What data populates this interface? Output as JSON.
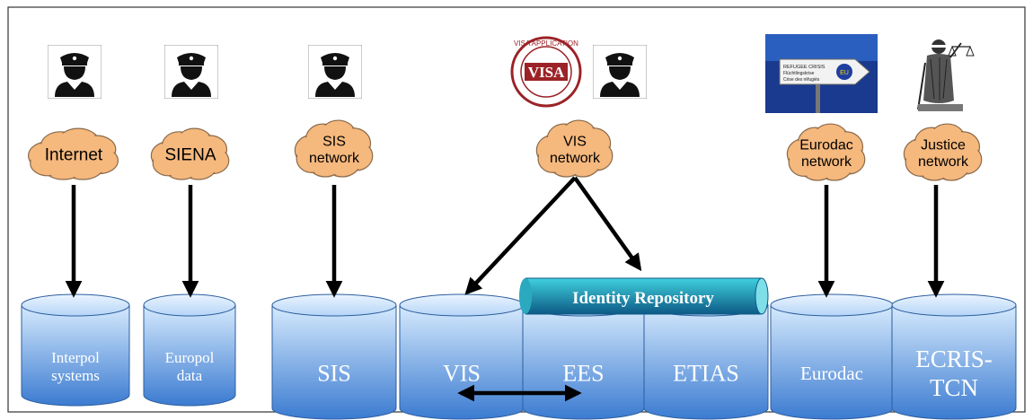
{
  "colors": {
    "cloud_fill": "#f5b87d",
    "cloud_stroke": "#8a6a4a",
    "db_top": "#c9e2fb",
    "db_bottom": "#3f7fd3",
    "repo_top": "#2bb6c9",
    "repo_bottom": "#0f5e8a",
    "arrow": "#000000"
  },
  "actors": [
    {
      "id": "officer-1",
      "icon": "police-officer-icon"
    },
    {
      "id": "officer-2",
      "icon": "police-officer-icon"
    },
    {
      "id": "officer-3",
      "icon": "police-officer-icon"
    },
    {
      "id": "visa-stamp",
      "icon": "visa-application-stamp-icon",
      "stamp_text": "VISA",
      "stamp_ring_text": "VISA APPLICATION"
    },
    {
      "id": "officer-4",
      "icon": "police-officer-icon"
    },
    {
      "id": "refugee-sign",
      "icon": "refugee-crisis-sign-icon",
      "sign_lines": [
        "REFUGEE CRISIS",
        "Flüchtlingskrise",
        "Crise des réfugiés"
      ],
      "badge": "EU"
    },
    {
      "id": "justice",
      "icon": "lady-justice-icon"
    }
  ],
  "networks": [
    {
      "id": "internet",
      "lines": [
        "Internet"
      ]
    },
    {
      "id": "siena",
      "lines": [
        "SIENA"
      ]
    },
    {
      "id": "sis-network",
      "lines": [
        "SIS",
        "network"
      ]
    },
    {
      "id": "vis-network",
      "lines": [
        "VIS",
        "network"
      ]
    },
    {
      "id": "eurodac-network",
      "lines": [
        "Eurodac",
        "network"
      ]
    },
    {
      "id": "justice-network",
      "lines": [
        "Justice",
        "network"
      ]
    }
  ],
  "databases": [
    {
      "id": "interpol",
      "lines": [
        "Interpol",
        "systems"
      ]
    },
    {
      "id": "europol",
      "lines": [
        "Europol",
        "data"
      ]
    },
    {
      "id": "sis",
      "lines": [
        "SIS"
      ]
    },
    {
      "id": "vis",
      "lines": [
        "VIS"
      ]
    },
    {
      "id": "ees",
      "lines": [
        "EES"
      ]
    },
    {
      "id": "etias",
      "lines": [
        "ETIAS"
      ]
    },
    {
      "id": "eurodac",
      "lines": [
        "Eurodac"
      ]
    },
    {
      "id": "ecris-tcn",
      "lines": [
        "ECRIS-",
        "TCN"
      ]
    }
  ],
  "identity_repository": {
    "label": "Identity Repository"
  },
  "edges": [
    {
      "from": "internet",
      "to": "interpol"
    },
    {
      "from": "siena",
      "to": "europol"
    },
    {
      "from": "sis-network",
      "to": "sis"
    },
    {
      "from": "vis-network",
      "to": "vis"
    },
    {
      "from": "vis-network",
      "to": "identity-repository"
    },
    {
      "from": "eurodac-network",
      "to": "eurodac"
    },
    {
      "from": "justice-network",
      "to": "ecris-tcn"
    },
    {
      "from": "vis",
      "to": "ees",
      "bidirectional": true
    }
  ]
}
